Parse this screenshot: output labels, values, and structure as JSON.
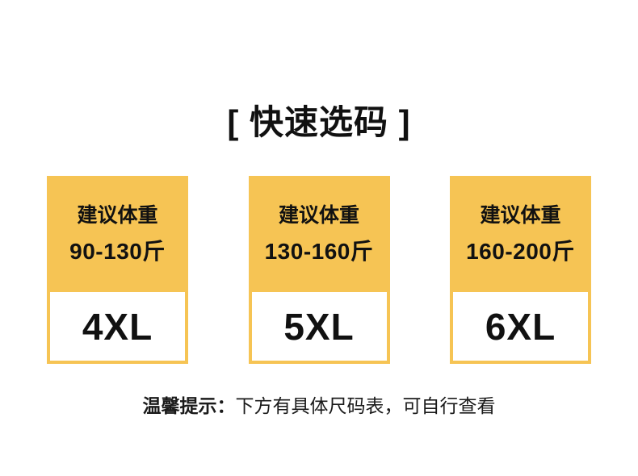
{
  "title": {
    "text": "[ 快速选码 ]"
  },
  "cards": [
    {
      "hint_label": "建议体重",
      "weight_range": "90-130斤",
      "size": "4XL"
    },
    {
      "hint_label": "建议体重",
      "weight_range": "130-160斤",
      "size": "5XL"
    },
    {
      "hint_label": "建议体重",
      "weight_range": "160-200斤",
      "size": "6XL"
    }
  ],
  "note": {
    "prefix": "温馨提示：",
    "text": "下方有具体尺码表，可自行查看"
  },
  "colors": {
    "accent_yellow": "#F6C454",
    "panel_white": "#FFFFFF",
    "text_black": "#111111"
  }
}
